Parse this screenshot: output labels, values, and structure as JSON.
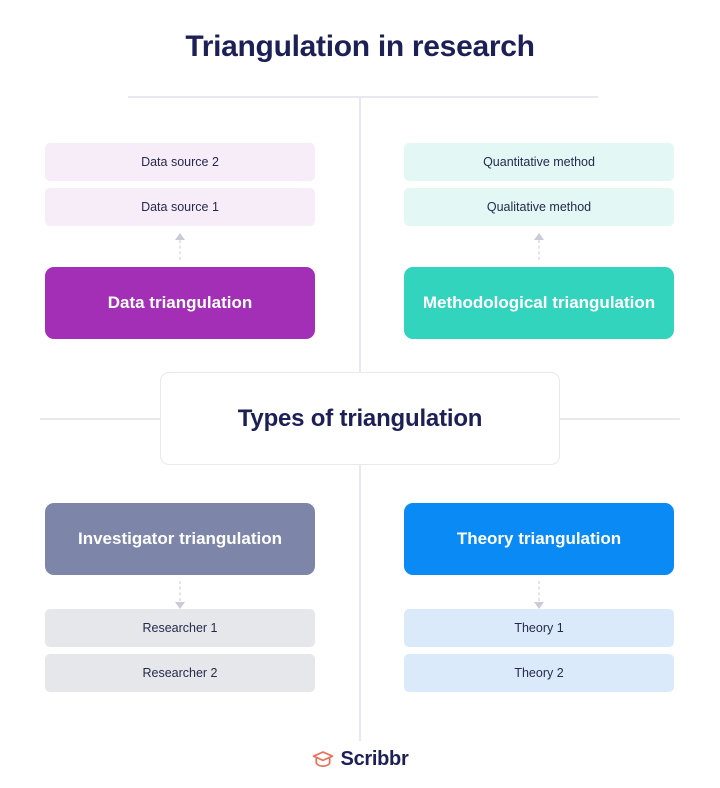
{
  "title": "Triangulation in research",
  "center": {
    "label": "Types of triangulation"
  },
  "quadrants": [
    {
      "key": "data",
      "position": "top-left",
      "card_label": "Data triangulation",
      "card_color": "#A22FB5",
      "pill_color": "#F7EDF8",
      "arrow_direction": "up",
      "arrow_icon": "dashed-arrow-up-icon",
      "pills": [
        "Data source 2",
        "Data source 1"
      ]
    },
    {
      "key": "methodological",
      "position": "top-right",
      "card_label": "Methodological triangulation",
      "card_color": "#33D4BE",
      "pill_color": "#E3F7F4",
      "arrow_direction": "up",
      "arrow_icon": "dashed-arrow-up-icon",
      "pills": [
        "Quantitative method",
        "Qualitative method"
      ]
    },
    {
      "key": "investigator",
      "position": "bottom-left",
      "card_label": "Investigator triangulation",
      "card_color": "#7D86A9",
      "pill_color": "#E6E7EA",
      "arrow_direction": "down",
      "arrow_icon": "dashed-arrow-down-icon",
      "pills": [
        "Researcher 1",
        "Researcher 2"
      ]
    },
    {
      "key": "theory",
      "position": "bottom-right",
      "card_label": "Theory triangulation",
      "card_color": "#0A8AF5",
      "pill_color": "#DBEAFB",
      "arrow_direction": "down",
      "arrow_icon": "dashed-arrow-down-icon",
      "pills": [
        "Theory 1",
        "Theory 2"
      ]
    }
  ],
  "footer": {
    "logo_icon": "graduation-cap-icon",
    "logo_text": "Scribbr",
    "logo_icon_color": "#E8705A",
    "logo_text_color": "#1d2056"
  },
  "colors": {
    "background": "#ffffff",
    "title_text": "#1d2056",
    "divider": "#e7e9ef",
    "pill_text": "#252a4d",
    "card_text": "#ffffff",
    "arrow": "#c9cbd8"
  },
  "card_labels_wrapped": {
    "data": [
      "Data triangulation"
    ],
    "methodological": [
      "Methodological",
      "triangulation"
    ],
    "investigator": [
      "Investigator",
      "triangulation"
    ],
    "theory": [
      "Theory triangulation"
    ]
  }
}
